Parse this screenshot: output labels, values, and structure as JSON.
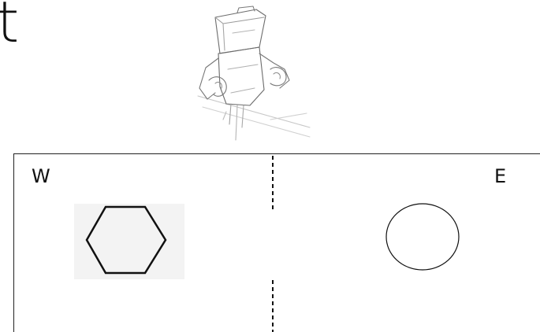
{
  "header": {
    "glyph": "t"
  },
  "diagram": {
    "labels": {
      "west": "W",
      "east": "E"
    },
    "shapes": {
      "left": "hexagon",
      "right": "circle"
    },
    "divider_style": "dashed"
  },
  "icons": {
    "robot": "robot-figure-icon"
  }
}
